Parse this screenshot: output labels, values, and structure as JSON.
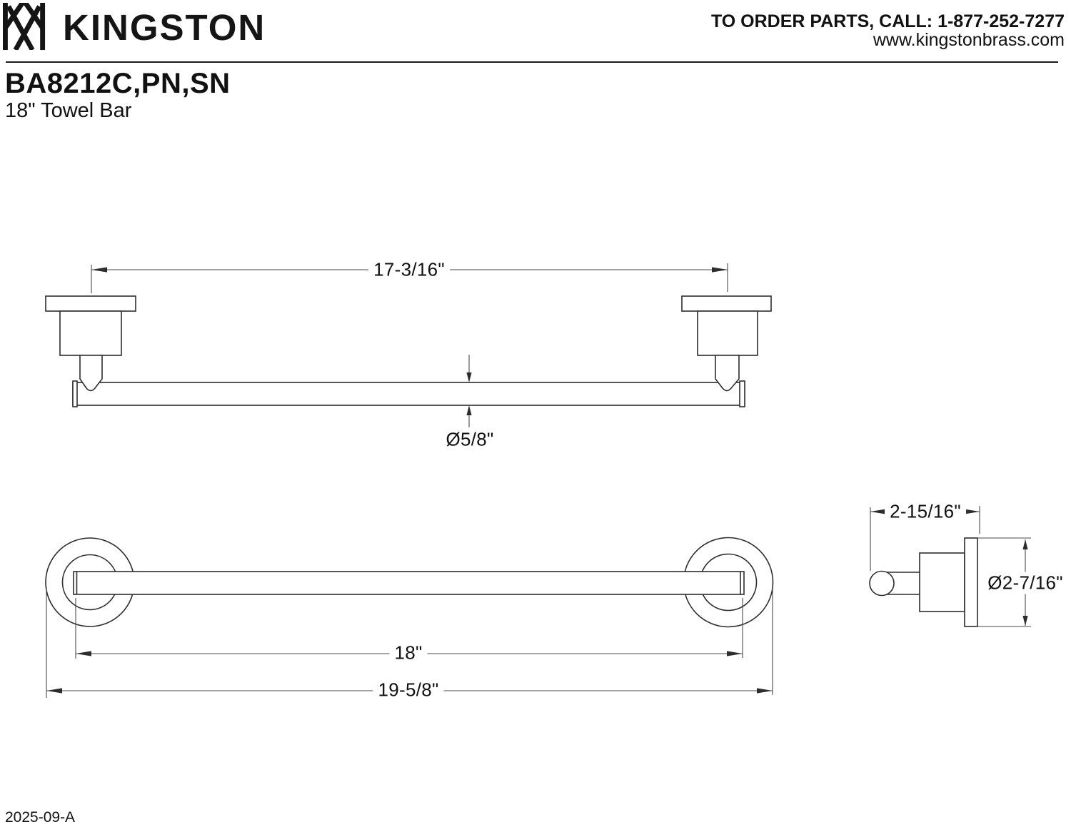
{
  "header": {
    "brand": "KINGSTON",
    "order_line": "TO ORDER PARTS, CALL: 1-877-252-7277",
    "website": "www.kingstonbrass.com"
  },
  "product": {
    "code": "BA8212C,PN,SN",
    "name": "18\" Towel Bar"
  },
  "dimensions": {
    "center_to_center": "17-3/16\"",
    "bar_diameter": "Ø5/8\"",
    "bar_length": "18\"",
    "overall_length": "19-5/8\"",
    "post_projection": "2-15/16\"",
    "flange_diameter": "Ø2-7/16\""
  },
  "footer": {
    "doc_code": "2025-09-A"
  },
  "colors": {
    "ink": "#111111",
    "object_line": "#2d2d2d",
    "dimension_line": "#4a4a4a"
  }
}
